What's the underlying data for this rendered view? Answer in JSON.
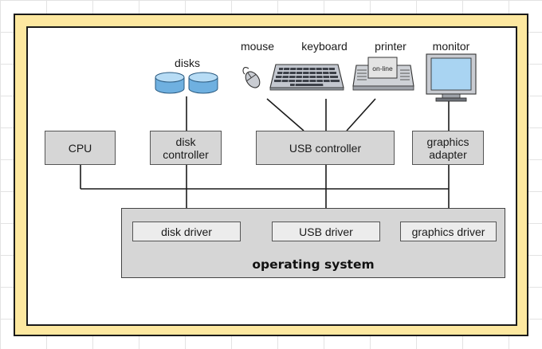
{
  "devices": {
    "disks": "disks",
    "mouse": "mouse",
    "keyboard": "keyboard",
    "printer": "printer",
    "printer_panel": "on-line",
    "monitor": "monitor"
  },
  "controllers": {
    "cpu": "CPU",
    "disk_controller_line1": "disk",
    "disk_controller_line2": "controller",
    "usb_controller": "USB controller",
    "graphics_adapter_line1": "graphics",
    "graphics_adapter_line2": "adapter"
  },
  "drivers": {
    "disk_driver": "disk driver",
    "usb_driver": "USB driver",
    "graphics_driver": "graphics driver"
  },
  "os": {
    "label": "operating system"
  },
  "colors": {
    "frame_fill": "#fde8a0",
    "box_fill": "#d6d6d6",
    "driver_fill": "#ececec",
    "disk_fill": "#8fc4ea",
    "monitor_screen": "#a9d4f2"
  }
}
